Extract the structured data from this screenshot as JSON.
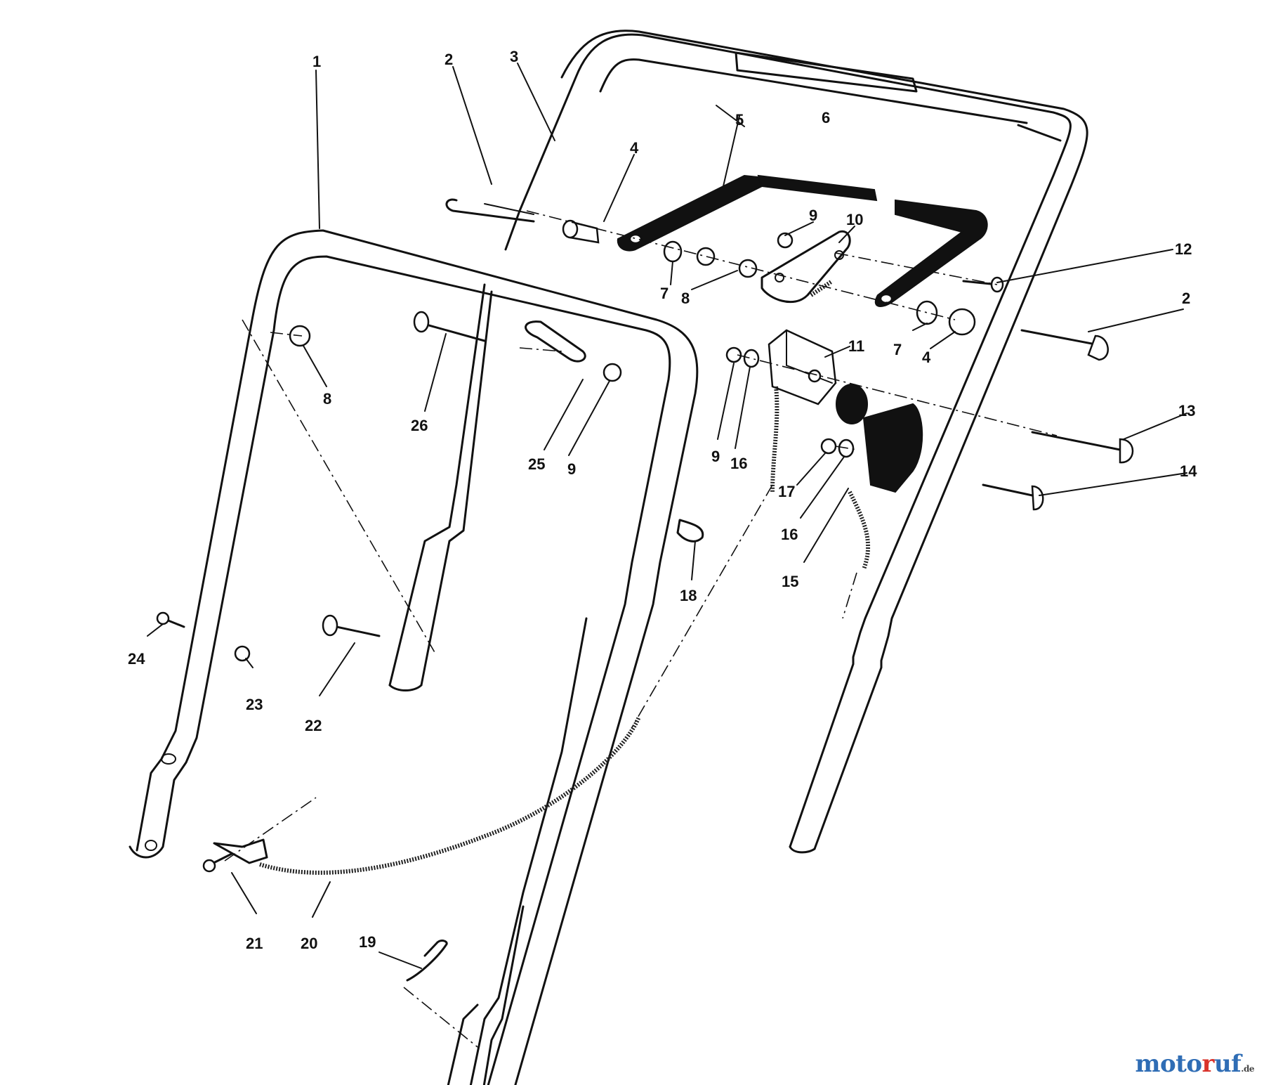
{
  "callouts": [
    {
      "id": "c1",
      "text": "1"
    },
    {
      "id": "c2a",
      "text": "2"
    },
    {
      "id": "c3",
      "text": "3"
    },
    {
      "id": "c4a",
      "text": "4"
    },
    {
      "id": "c5",
      "text": "5"
    },
    {
      "id": "c6",
      "text": "6"
    },
    {
      "id": "c9a",
      "text": "9"
    },
    {
      "id": "c10",
      "text": "10"
    },
    {
      "id": "c12",
      "text": "12"
    },
    {
      "id": "c7a",
      "text": "7"
    },
    {
      "id": "c8a",
      "text": "8"
    },
    {
      "id": "c2b",
      "text": "2"
    },
    {
      "id": "c7b",
      "text": "7"
    },
    {
      "id": "c4b",
      "text": "4"
    },
    {
      "id": "c11",
      "text": "11"
    },
    {
      "id": "c8b",
      "text": "8"
    },
    {
      "id": "c26",
      "text": "26"
    },
    {
      "id": "c25",
      "text": "25"
    },
    {
      "id": "c9b",
      "text": "9"
    },
    {
      "id": "c9c",
      "text": "9"
    },
    {
      "id": "c16a",
      "text": "16"
    },
    {
      "id": "c13",
      "text": "13"
    },
    {
      "id": "c14",
      "text": "14"
    },
    {
      "id": "c17",
      "text": "17"
    },
    {
      "id": "c16b",
      "text": "16"
    },
    {
      "id": "c15",
      "text": "15"
    },
    {
      "id": "c18",
      "text": "18"
    },
    {
      "id": "c24",
      "text": "24"
    },
    {
      "id": "c23",
      "text": "23"
    },
    {
      "id": "c22",
      "text": "22"
    },
    {
      "id": "c21",
      "text": "21"
    },
    {
      "id": "c20",
      "text": "20"
    },
    {
      "id": "c19",
      "text": "19"
    }
  ],
  "watermark": {
    "p1": "moto",
    "p2": "r",
    "p3": "uf",
    "p4": ".de"
  }
}
